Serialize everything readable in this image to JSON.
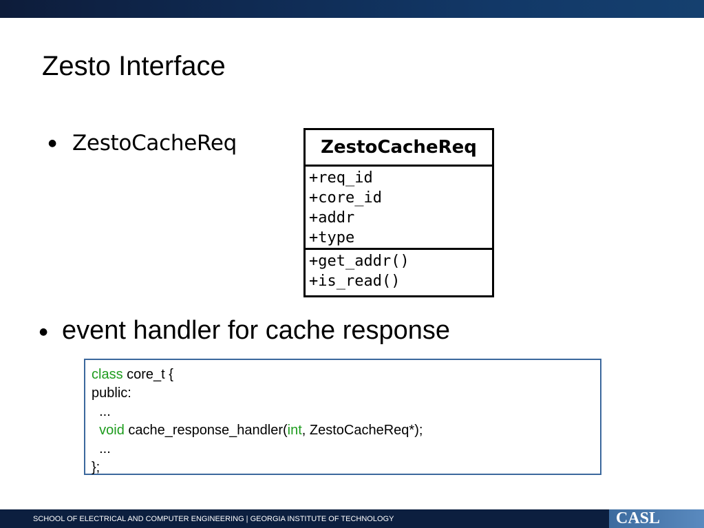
{
  "slide": {
    "title": "Zesto Interface"
  },
  "bullets": [
    {
      "text": "ZestoCacheReq"
    },
    {
      "text": "event handler for cache response"
    }
  ],
  "uml": {
    "class_name": "ZestoCacheReq",
    "attributes": [
      "+req_id",
      "+core_id",
      "+addr",
      "+type"
    ],
    "operations": [
      "+get_addr()",
      "+is_read()"
    ]
  },
  "code": {
    "line1_kw": "class",
    "line1_rest": " core_t {",
    "line2": "public:",
    "line3": "  ...",
    "line4_indent": "  ",
    "line4_kw": "void",
    "line4_mid": " cache_response_handler(",
    "line4_kw2": "int",
    "line4_end": ", ZestoCacheReq*);",
    "line5": "  ...",
    "line6": "};",
    "keyword_color": "#1e9c1e"
  },
  "footer": {
    "text": "SCHOOL OF ELECTRICAL AND COMPUTER ENGINEERING | GEORGIA INSTITUTE OF TECHNOLOGY",
    "logo": "CASL"
  }
}
